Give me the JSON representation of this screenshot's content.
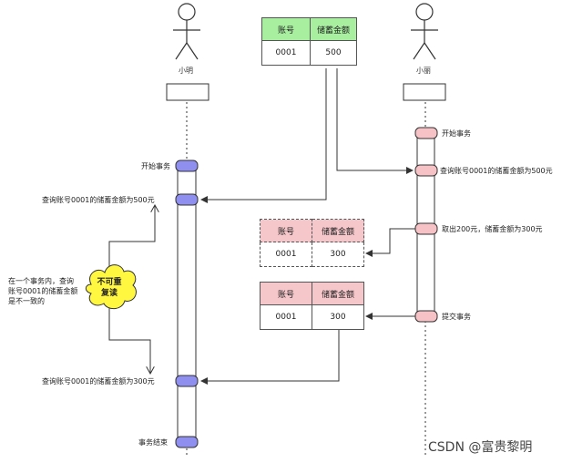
{
  "actors": {
    "left": "小明",
    "right": "小丽"
  },
  "tables": {
    "initial": {
      "headers": [
        "账号",
        "储蓄金额"
      ],
      "row": [
        "0001",
        "500"
      ]
    },
    "uncommitted": {
      "headers": [
        "账号",
        "储蓄金额"
      ],
      "row": [
        "0001",
        "300"
      ]
    },
    "committed": {
      "headers": [
        "账号",
        "储蓄金额"
      ],
      "row": [
        "0001",
        "300"
      ]
    }
  },
  "left_events": {
    "begin": "开始事务",
    "query1": "查询账号0001的储蓄金额为500元",
    "query2": "查询账号0001的储蓄金额为300元",
    "end": "事务结束"
  },
  "right_events": {
    "begin": "开始事务",
    "query": "查询账号0001的储蓄金额为500元",
    "withdraw": "取出200元，储蓄金额为300元",
    "commit": "提交事务"
  },
  "note": {
    "lines": [
      "在一个事务内，查询",
      "账号0001的储蓄金额",
      "是不一致的"
    ],
    "cloud": [
      "不可重",
      "复读"
    ]
  },
  "colors": {
    "left_activation": "#8f8ff0",
    "right_activation": "#f6c2c6",
    "cloud": "#fff740",
    "table_header_green": "#a8f0a0",
    "table_header_pink": "#f6c7ca"
  },
  "watermark": "CSDN @富贵黎明"
}
